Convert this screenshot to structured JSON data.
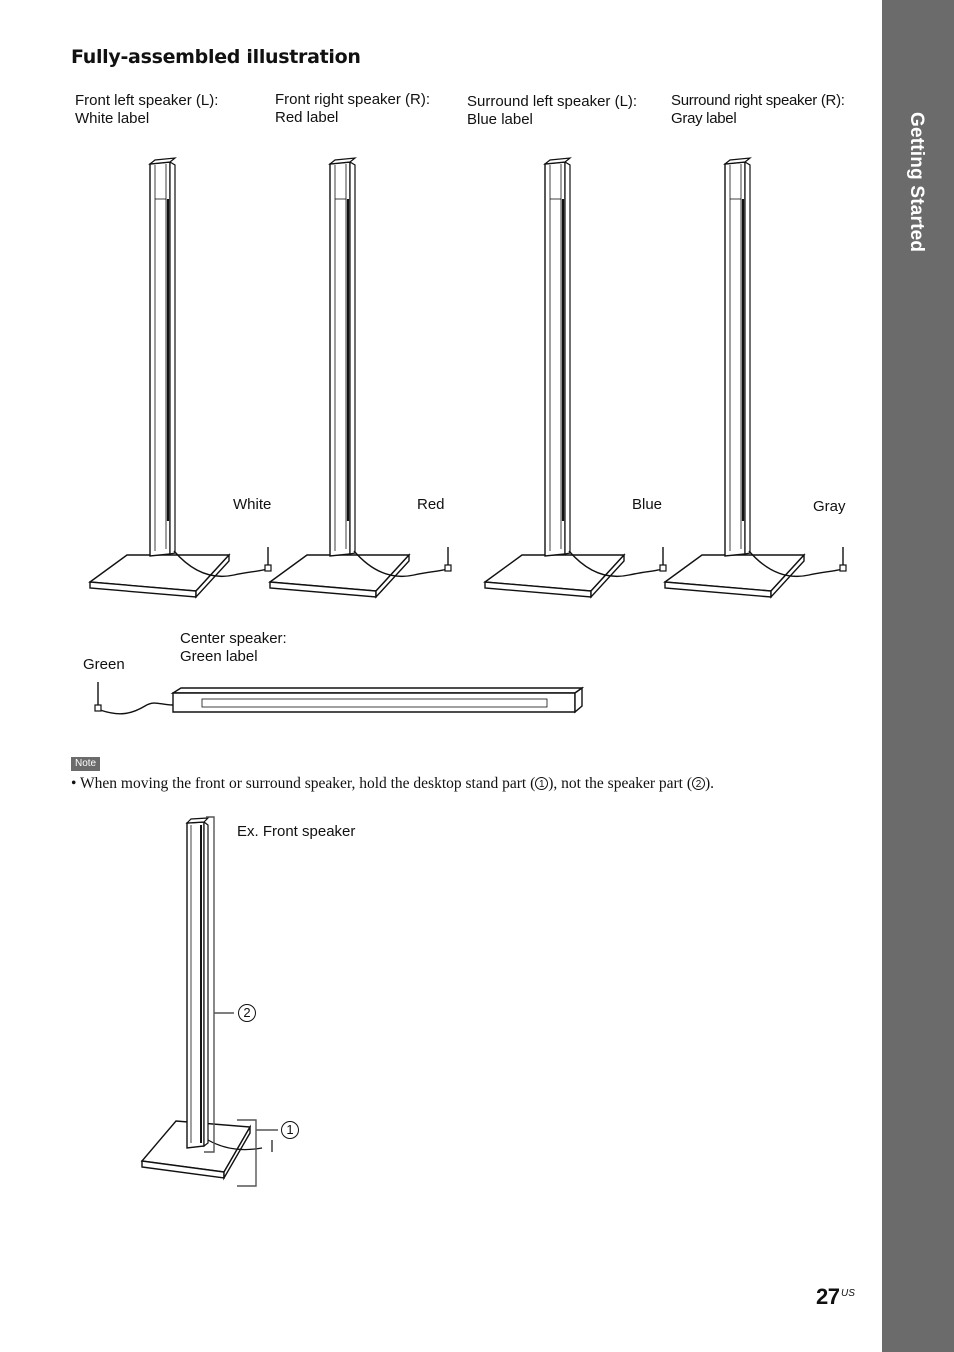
{
  "section_tab": "Getting Started",
  "heading": "Fully-assembled illustration",
  "speakers": [
    {
      "line1": "Front left speaker (L):",
      "line2": "White label",
      "cable": "White"
    },
    {
      "line1": "Front right speaker (R):",
      "line2": "Red label",
      "cable": "Red"
    },
    {
      "line1": "Surround left speaker (L):",
      "line2": "Blue label",
      "cable": "Blue"
    },
    {
      "line1": "Surround right speaker (R):",
      "line2": "Gray label",
      "cable": "Gray"
    }
  ],
  "center": {
    "line1": "Center speaker:",
    "line2": "Green label",
    "cable": "Green"
  },
  "note": {
    "badge": "Note",
    "text_before": "• When moving the front or surround speaker, hold the desktop stand part (",
    "marker1": "1",
    "text_middle": "), not the speaker part (",
    "marker2": "2",
    "text_after": ")."
  },
  "example": {
    "caption": "Ex. Front speaker",
    "callout_speaker": "2",
    "callout_stand": "1"
  },
  "page": {
    "number": "27",
    "suffix": "US"
  },
  "colors": {
    "sidebar": "#6b6b6b",
    "text": "#111111",
    "badge": "#6b6b6b"
  }
}
